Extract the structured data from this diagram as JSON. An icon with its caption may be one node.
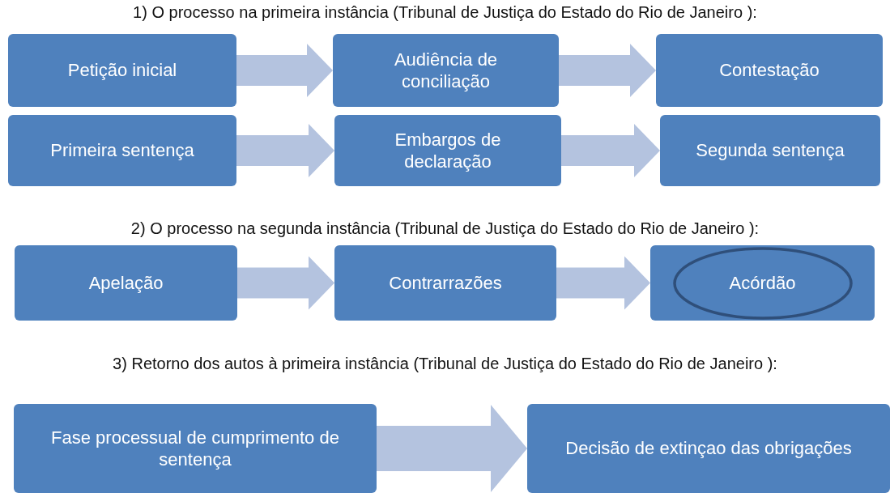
{
  "diagram": {
    "nodes": [
      {
        "text": [
          "Petição inicial"
        ]
      },
      {
        "text": [
          "Audiência de conciliação"
        ]
      },
      {
        "text": [
          "Contestação"
        ]
      },
      {
        "text": [
          "Primeira sentença"
        ]
      },
      {
        "text": [
          "Embargos de declaração"
        ]
      },
      {
        "text": [
          "Segunda  sentença"
        ]
      },
      {
        "text": [
          "Apelação"
        ]
      },
      {
        "text": [
          "Contrarrazões"
        ]
      },
      {
        "text": [
          "Acórdão"
        ]
      },
      {
        "text": [
          "Fase processual de cumprimento de sentença"
        ]
      },
      {
        "text": [
          "Decisão de extinçao das obrigações"
        ]
      }
    ],
    "edges": [
      {
        "from": 0,
        "to": 1,
        "arrow": "to"
      },
      {
        "from": 1,
        "to": 2,
        "arrow": "to"
      },
      {
        "from": 3,
        "to": 4,
        "arrow": "to"
      },
      {
        "from": 4,
        "to": 5,
        "arrow": "to"
      },
      {
        "from": 6,
        "to": 7,
        "arrow": "to"
      },
      {
        "from": 7,
        "to": 8,
        "arrow": "to"
      },
      {
        "from": 9,
        "to": 10,
        "arrow": "to"
      }
    ],
    "labels": [
      "1) O processo na primeira instância (Tribunal  de Justiça do Estado do Rio de Janeiro ):",
      "2) O processo na segunda instância (Tribunal  de Justiça do Estado do Rio de Janeiro ):",
      "3) Retorno dos autos à primeira instância (Tribunal  de Justiça do Estado do Rio de Janeiro ):"
    ]
  }
}
